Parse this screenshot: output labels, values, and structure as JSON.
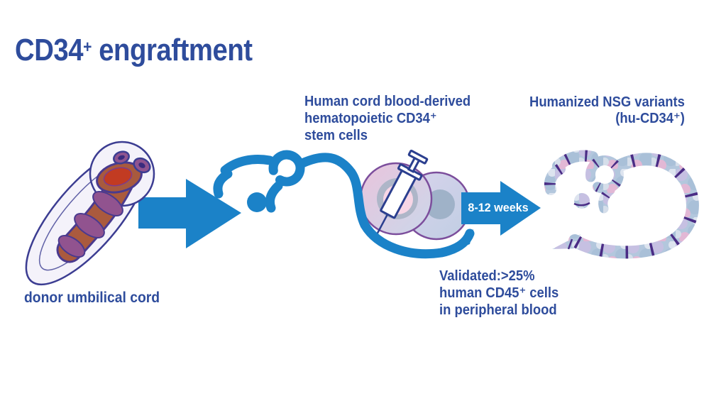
{
  "title": {
    "prefix": "CD34",
    "sup": "+",
    "suffix": " engraftment"
  },
  "labels": {
    "stem_cells": {
      "lines": [
        "Human cord blood-derived",
        "hematopoietic CD34⁺",
        "stem cells"
      ]
    },
    "nsg_variants": {
      "lines": [
        "Humanized NSG variants",
        "(hu-CD34⁺)"
      ]
    },
    "donor_cord": "donor umbilical cord",
    "duration": "8-12 weeks",
    "validated": {
      "lines": [
        "Validated:>25%",
        "human CD45⁺ cells",
        "in peripheral blood"
      ]
    }
  },
  "icons": {
    "flow_arrow": "right-arrow",
    "duration_arrow": "right-arrow-with-label",
    "umbilical_cord": "umbilical-cord-illustration",
    "recipient_mouse": "blue-mouse-outline",
    "stem_cell_cluster": "two-overlapping-cells",
    "syringe": "injection-syringe",
    "humanized_mouse": "cell-patterned-mouse-outline"
  },
  "colors": {
    "accent_blue": "#1B82C8",
    "text_blue": "#2E4C9C",
    "outline_indigo": "#3C3D92",
    "syringe_outline": "#2B3F8F",
    "cell_outline_purple": "#7C4E9C",
    "pattern_dash_purple": "#4A2C85",
    "cord_terracotta": "#AA5A3E",
    "cord_mauve": "#91538F",
    "cord_red": "#C23B22",
    "white": "#FFFFFF"
  }
}
